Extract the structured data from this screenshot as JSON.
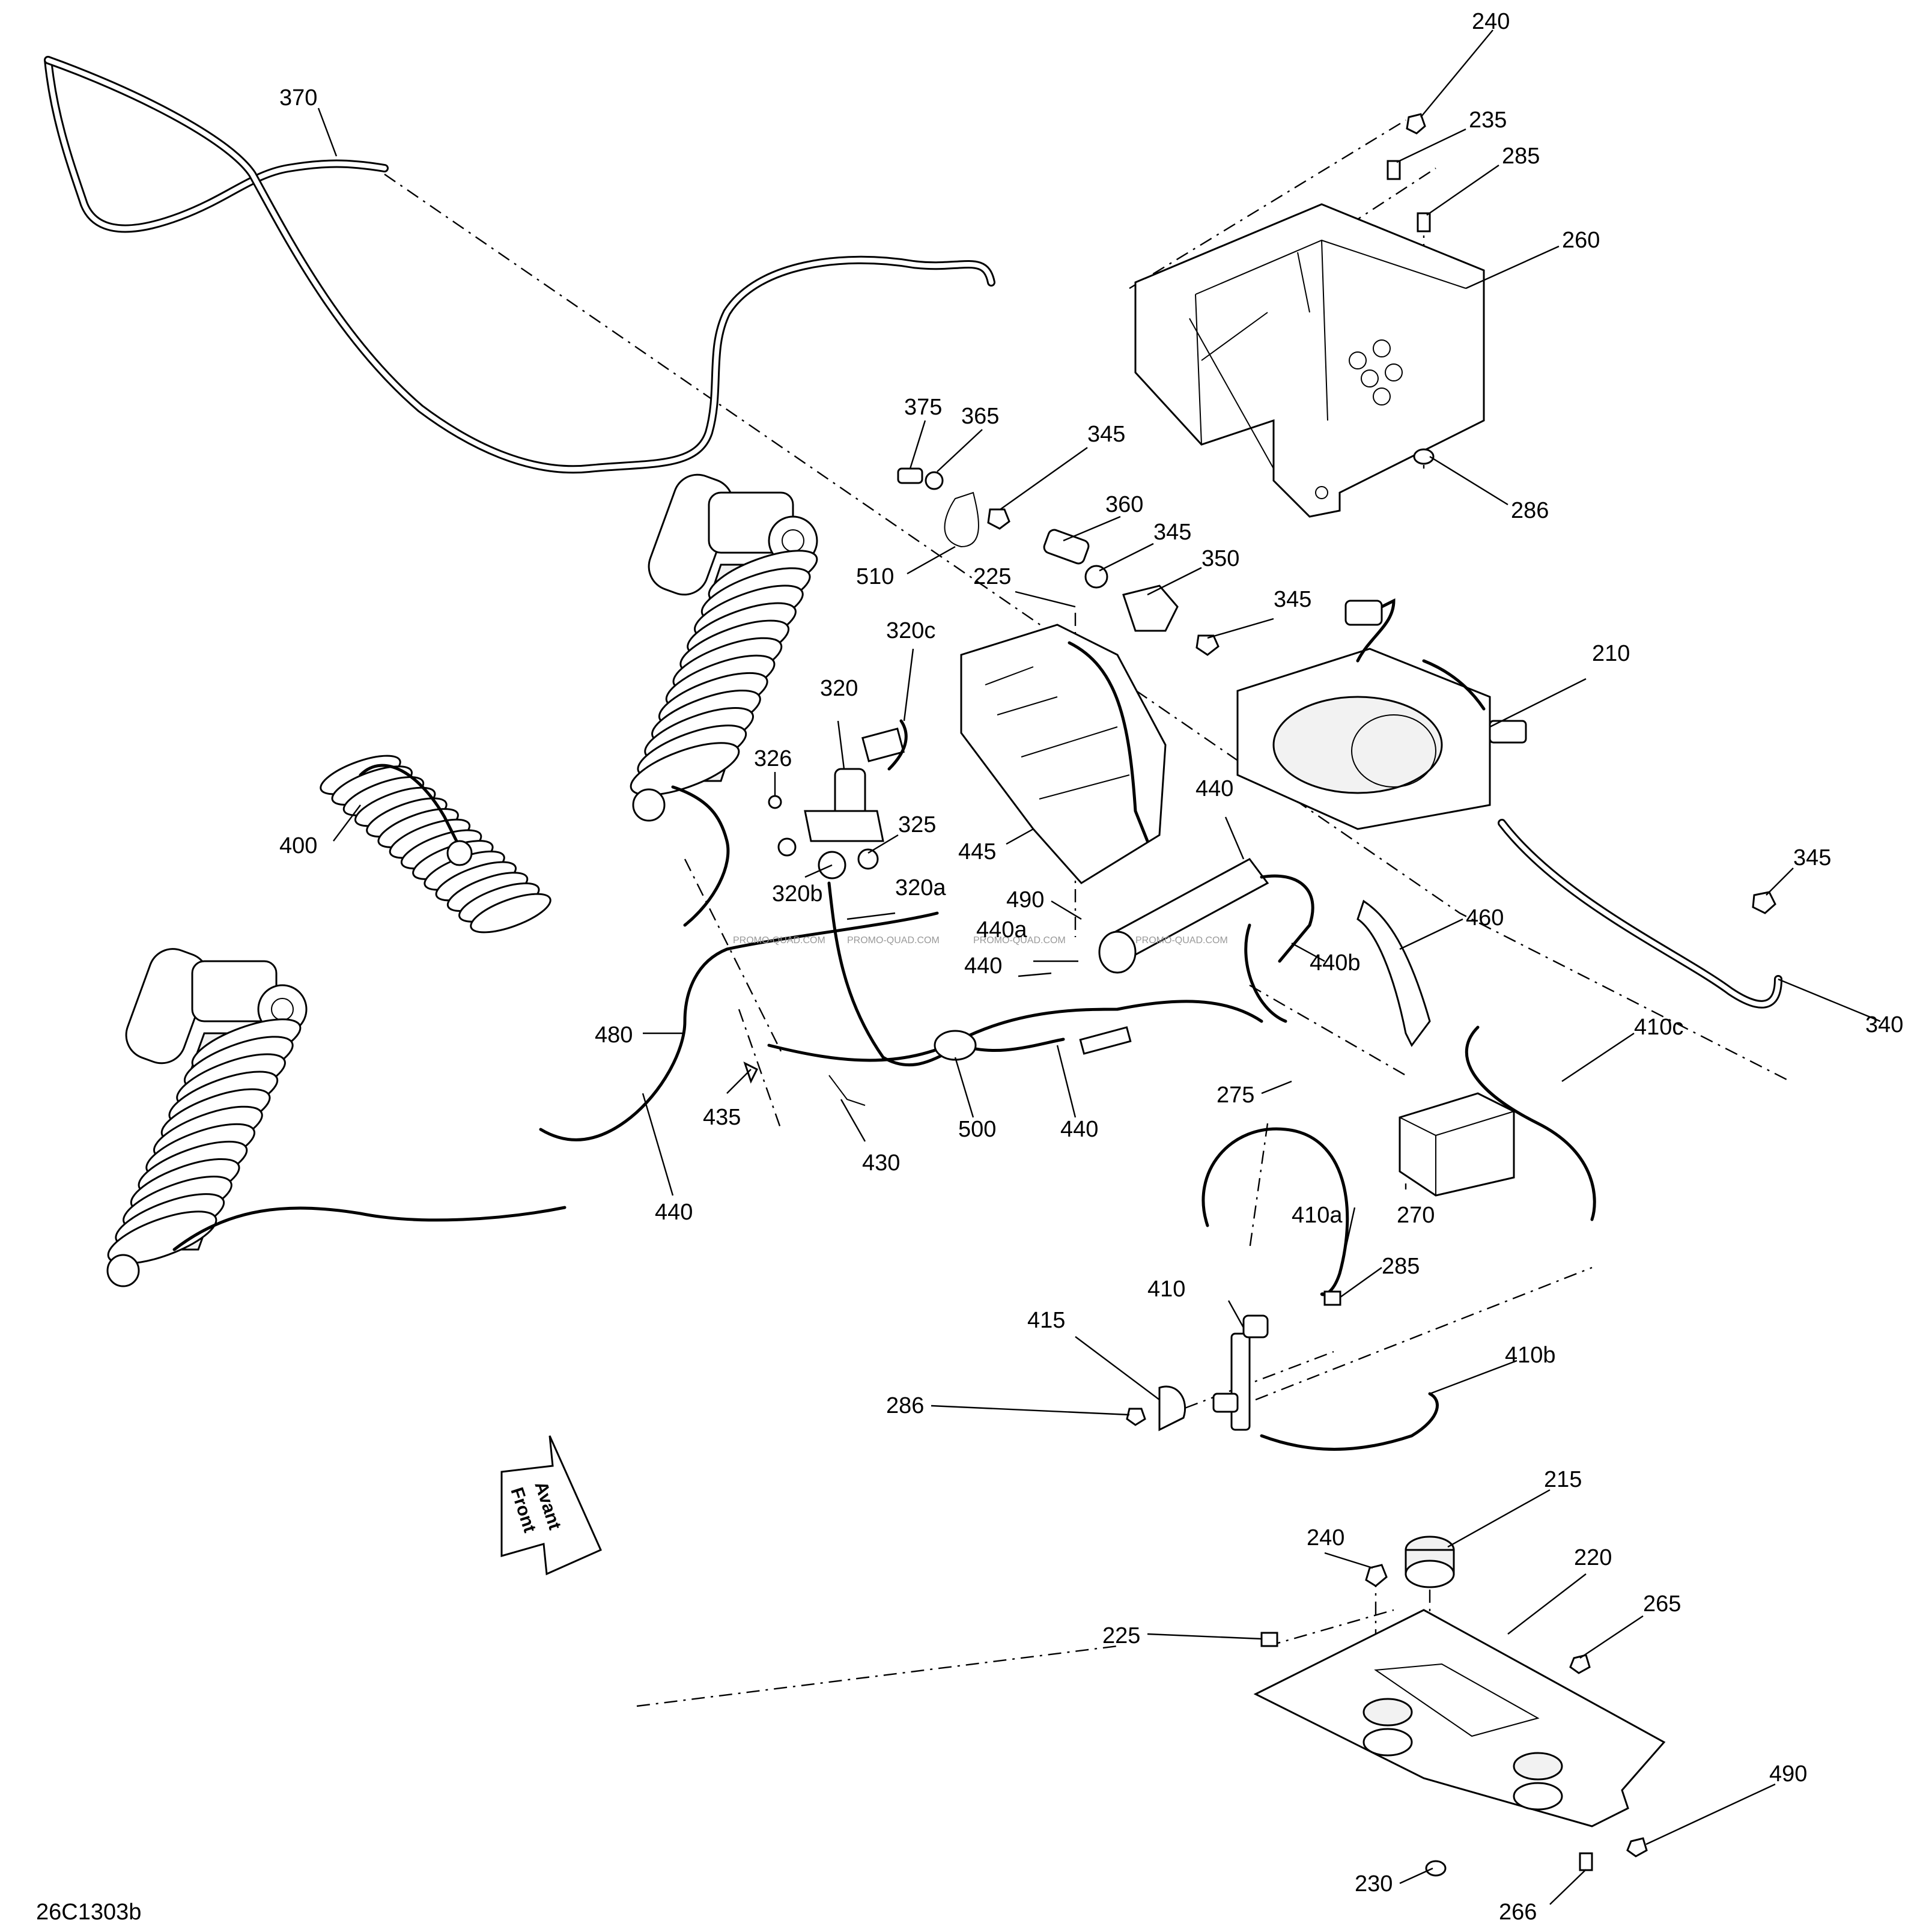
{
  "diagram": {
    "code": "26C1303b",
    "watermark": "PROMO-QUAD.COM",
    "front_lines": [
      "Front",
      "Avant"
    ],
    "labels": [
      {
        "text": "240"
      },
      {
        "text": "235"
      },
      {
        "text": "285"
      },
      {
        "text": "260"
      },
      {
        "text": "286"
      },
      {
        "text": "370"
      },
      {
        "text": "375"
      },
      {
        "text": "365"
      },
      {
        "text": "345"
      },
      {
        "text": "360"
      },
      {
        "text": "345"
      },
      {
        "text": "350"
      },
      {
        "text": "510"
      },
      {
        "text": "225"
      },
      {
        "text": "345"
      },
      {
        "text": "210"
      },
      {
        "text": "320c"
      },
      {
        "text": "320"
      },
      {
        "text": "326"
      },
      {
        "text": "325"
      },
      {
        "text": "320b"
      },
      {
        "text": "320a"
      },
      {
        "text": "440"
      },
      {
        "text": "445"
      },
      {
        "text": "400"
      },
      {
        "text": "490"
      },
      {
        "text": "440a"
      },
      {
        "text": "440"
      },
      {
        "text": "440b"
      },
      {
        "text": "460"
      },
      {
        "text": "345"
      },
      {
        "text": "340"
      },
      {
        "text": "480"
      },
      {
        "text": "435"
      },
      {
        "text": "430"
      },
      {
        "text": "500"
      },
      {
        "text": "440"
      },
      {
        "text": "275"
      },
      {
        "text": "410c"
      },
      {
        "text": "440"
      },
      {
        "text": "410a"
      },
      {
        "text": "270"
      },
      {
        "text": "285"
      },
      {
        "text": "410"
      },
      {
        "text": "415"
      },
      {
        "text": "286"
      },
      {
        "text": "410b"
      },
      {
        "text": "215"
      },
      {
        "text": "240"
      },
      {
        "text": "220"
      },
      {
        "text": "225"
      },
      {
        "text": "265"
      },
      {
        "text": "490"
      },
      {
        "text": "230"
      },
      {
        "text": "266"
      }
    ]
  }
}
